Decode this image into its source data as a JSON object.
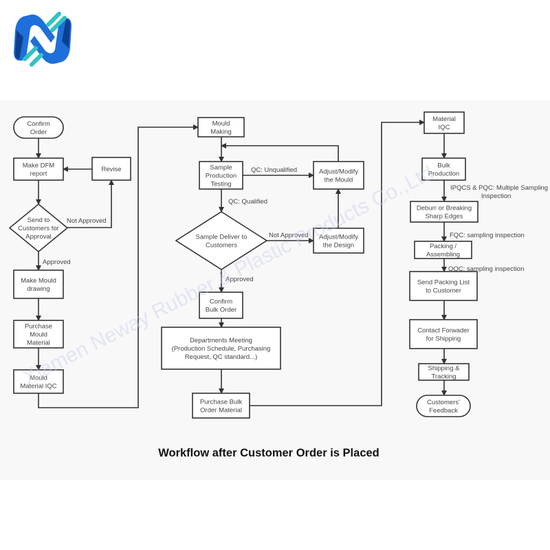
{
  "logo": {
    "name": "logo-icon",
    "colors": [
      "#1e6fd9",
      "#0d3f8f",
      "#2ec4c4"
    ]
  },
  "watermark": "Xiamen Neway Rubber & Plastic Products Co.,Ltd",
  "title": "Workflow after Customer Order is Placed",
  "nodes": [
    {
      "id": "confirm-order",
      "shape": "terminal",
      "lines": [
        "Confirm",
        "Order"
      ]
    },
    {
      "id": "make-dfm-report",
      "shape": "process",
      "lines": [
        "Make DFM",
        "report"
      ]
    },
    {
      "id": "revise",
      "shape": "process",
      "lines": [
        "Revise"
      ]
    },
    {
      "id": "send-to-customers",
      "shape": "decision",
      "lines": [
        "Send to",
        "Customers for",
        "Approval"
      ]
    },
    {
      "id": "make-mould-drawing",
      "shape": "process",
      "lines": [
        "Make Mould",
        "drawing"
      ]
    },
    {
      "id": "purchase-mould-material",
      "shape": "process",
      "lines": [
        "Purchase",
        "Mould",
        "Material"
      ]
    },
    {
      "id": "mould-material-iqc",
      "shape": "process",
      "lines": [
        "Mould",
        "Material IQC"
      ]
    },
    {
      "id": "mould-making",
      "shape": "process",
      "lines": [
        "Mould",
        "Making"
      ]
    },
    {
      "id": "sample-production-testing",
      "shape": "process",
      "lines": [
        "Sample",
        "Production",
        "Testing"
      ]
    },
    {
      "id": "adjust-mould",
      "shape": "process",
      "lines": [
        "Adjust/Modify",
        "the Mould"
      ]
    },
    {
      "id": "sample-deliver",
      "shape": "decision",
      "lines": [
        "Sample Deliver to",
        "Customers"
      ]
    },
    {
      "id": "adjust-design",
      "shape": "process",
      "lines": [
        "Adjust/Modify",
        "the Design"
      ]
    },
    {
      "id": "confirm-bulk-order",
      "shape": "process",
      "lines": [
        "Confirm",
        "Bulk Order"
      ]
    },
    {
      "id": "departments-meeting",
      "shape": "process",
      "lines": [
        "Departments Meeting",
        "(Production Schedule, Purchasing",
        "Request, QC standard...)"
      ]
    },
    {
      "id": "purchase-bulk-order-material",
      "shape": "process",
      "lines": [
        "Purchase Bulk",
        "Order Material"
      ]
    },
    {
      "id": "material-iqc",
      "shape": "process",
      "lines": [
        "Material",
        "IQC"
      ]
    },
    {
      "id": "bulk-production",
      "shape": "process",
      "lines": [
        "Bulk",
        "Production"
      ]
    },
    {
      "id": "deburr",
      "shape": "process",
      "lines": [
        "Deburr or Breaking",
        "Sharp Edges"
      ]
    },
    {
      "id": "packing",
      "shape": "process",
      "lines": [
        "Packing /",
        "Assembling"
      ]
    },
    {
      "id": "send-packing-list",
      "shape": "process",
      "lines": [
        "Send Packing List",
        "to Customer"
      ]
    },
    {
      "id": "contact-forwader",
      "shape": "process",
      "lines": [
        "Contact Forwader",
        "for Shipping"
      ]
    },
    {
      "id": "shipping-tracking",
      "shape": "process",
      "lines": [
        "Shipping &",
        "Tracking"
      ]
    },
    {
      "id": "customers-feedback",
      "shape": "terminal",
      "lines": [
        "Customers'",
        "Feedback"
      ]
    }
  ],
  "edge_labels": [
    {
      "id": "not-approved-1",
      "lines": [
        "Not Approved"
      ]
    },
    {
      "id": "approved-1",
      "lines": [
        "Approved"
      ]
    },
    {
      "id": "qc-unqualified",
      "lines": [
        "QC: Unqualified"
      ]
    },
    {
      "id": "qc-qualified",
      "lines": [
        "QC: Qualified"
      ]
    },
    {
      "id": "not-approved-2",
      "lines": [
        "Not Approved"
      ]
    },
    {
      "id": "approved-2",
      "lines": [
        "Approved"
      ]
    },
    {
      "id": "ipqcs-pqc",
      "lines": [
        "IPQCS & PQC: Multiple Sampling",
        "Inspection"
      ]
    },
    {
      "id": "fqc",
      "lines": [
        "FQC: sampling inspection"
      ]
    },
    {
      "id": "oqc",
      "lines": [
        "OQC: sampling inspection"
      ]
    }
  ]
}
